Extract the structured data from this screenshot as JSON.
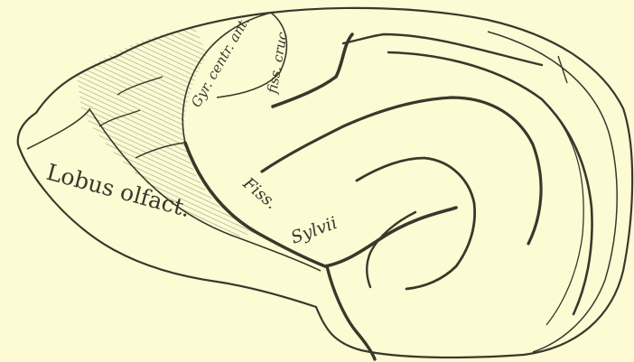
{
  "colors": {
    "paper": "#FDFBD3",
    "ink": "#3a372c"
  },
  "labels": {
    "lobus_olfact": "Lobus olfact.",
    "gyr_centr_ant": "Gyr. centr. ant.",
    "fiss_cruc": "fiss. cruc",
    "fiss": "Fiss.",
    "sylvii": "Sylvii"
  }
}
